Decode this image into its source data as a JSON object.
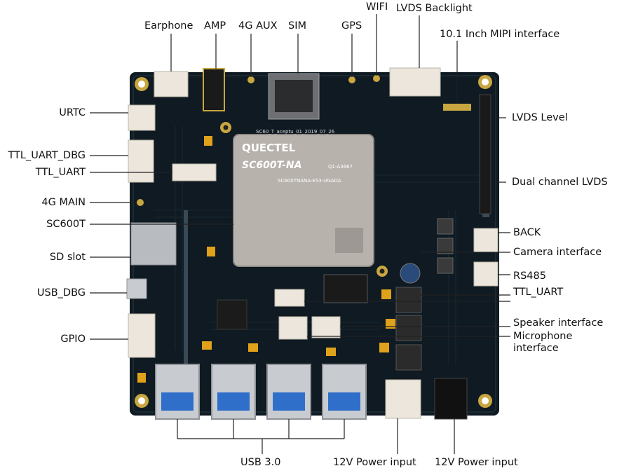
{
  "labels": {
    "earphone": "Earphone",
    "amp": "AMP",
    "aux_4g": "4G AUX",
    "sim": "SIM",
    "gps": "GPS",
    "wifi": "WIFI",
    "lvds_backlight": "LVDS Backlight",
    "mipi": "10.1 Inch MIPI interface",
    "urtc": "URTC",
    "lvds_level": "LVDS Level",
    "ttl_uart_dbg": "TTL_UART_DBG",
    "ttl_uart_left": "TTL_UART",
    "dual_lvds": "Dual channel LVDS",
    "main_4g": "4G MAIN",
    "sc600t": "SC600T",
    "back": "BACK",
    "sd_slot": "SD slot",
    "camera": "Camera interface",
    "rs485": "RS485",
    "usb_dbg": "USB_DBG",
    "ttl_uart_right": "TTL_UART",
    "speaker": "Speaker interface",
    "gpio": "GPIO",
    "microphone": "Microphone interface",
    "usb30": "USB 3.0",
    "power1": "12V Power input",
    "power2": "12V Power input"
  },
  "module": {
    "brand": "QUECTEL",
    "model": "SC600T-NA",
    "code": "Q1-A3667",
    "part": "SC600TNANA-E53-UGADA",
    "top_text": "SC60_T_aceptu_01_2019_07_26"
  },
  "colors": {
    "pcb": "#0f1a22",
    "pcb_edge": "#1c2a33",
    "module": "#b7b2ac",
    "connector": "#ece6dc",
    "usb_metal": "#c8ccd0",
    "usb_blue": "#2f6fc9",
    "cap_yellow": "#e0a21a",
    "mount_hole": "#c8a640",
    "leader": "#222222"
  }
}
